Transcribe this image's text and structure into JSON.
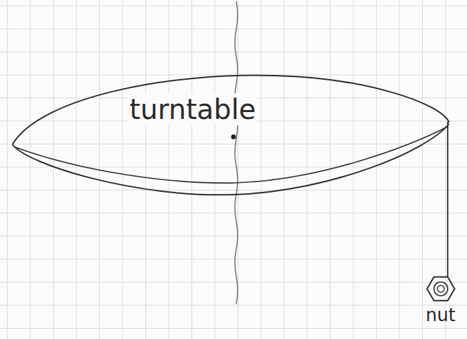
{
  "diagram": {
    "nodes": [
      {
        "text": [
          "turntable"
        ]
      },
      {
        "text": [
          "nut"
        ]
      }
    ],
    "edges": [
      {
        "from": 0,
        "to": 1,
        "arrow": "none"
      }
    ]
  }
}
